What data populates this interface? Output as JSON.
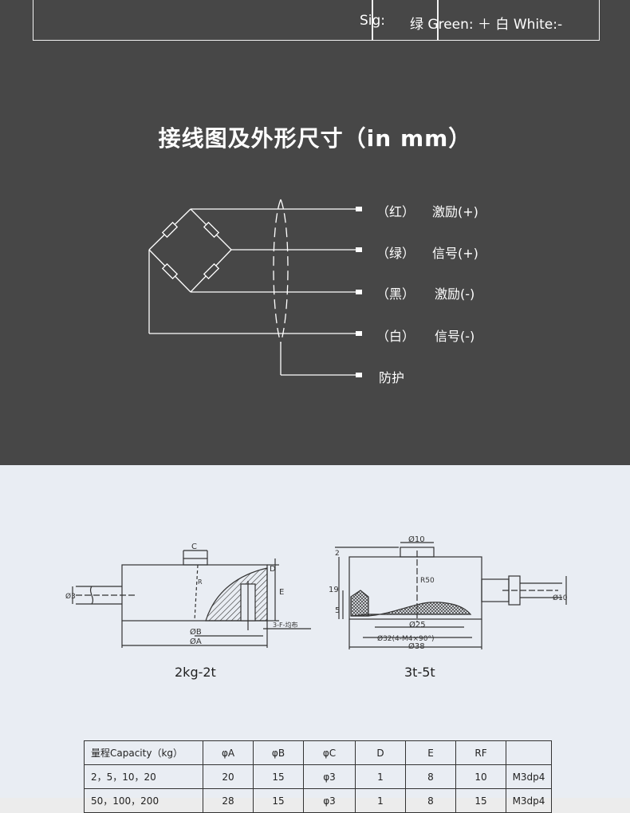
{
  "top_table": {
    "sig_label": "Sig:",
    "sig_value": "绿 Green: ＋ 白 White:-"
  },
  "heading": "接线图及外形尺寸（in mm）",
  "wiring": {
    "rows": [
      {
        "color": "（红）",
        "signal": "激励(+)"
      },
      {
        "color": "（绿）",
        "signal": "信号(+)"
      },
      {
        "color": "（黑）",
        "signal": "激励(-)"
      },
      {
        "color": "（白）",
        "signal": "信号(-)"
      }
    ],
    "shield": "防护"
  },
  "drawings": {
    "left_caption": "2kg-2t",
    "right_caption": "3t-5t",
    "left_dims": {
      "C": "C",
      "D": "D",
      "E": "E",
      "phi3": "Ø3",
      "phiB": "ØB",
      "phiA": "ØA",
      "F": "3-F-均布",
      "R": "R"
    },
    "right_dims": {
      "top": "Ø10",
      "d2": "2",
      "h19": "19",
      "h5": "5",
      "r50": "R50",
      "d25": "Ø25",
      "d32": "Ø32(4-M4×90°)",
      "d38": "Ø38",
      "cable": "Ø10"
    }
  },
  "spec_table": {
    "headers": [
      "量程Capacity（kg）",
      "φA",
      "φB",
      "φC",
      "D",
      "E",
      "RF",
      ""
    ],
    "rows": [
      [
        "2，5，10，20",
        "20",
        "15",
        "φ3",
        "1",
        "8",
        "10",
        "M3dp4"
      ],
      [
        "50，100，200",
        "28",
        "15",
        "φ3",
        "1",
        "8",
        "15",
        "M3dp4"
      ]
    ]
  }
}
